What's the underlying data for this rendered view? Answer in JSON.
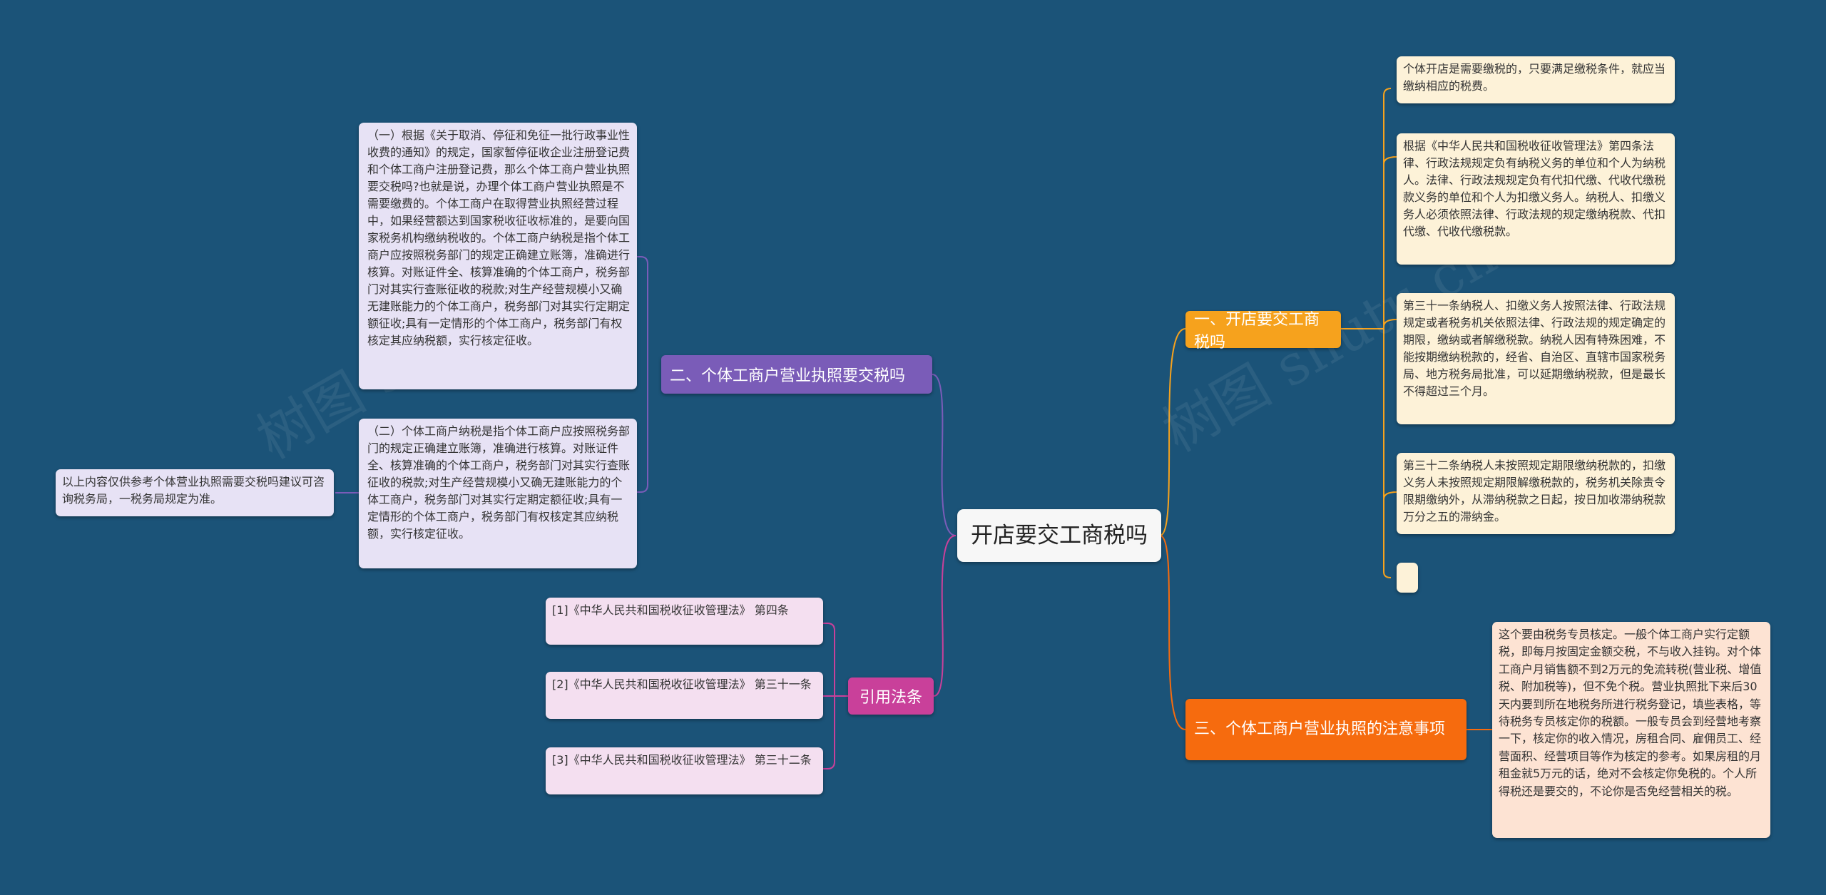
{
  "watermark": "树图 shutu.cn",
  "root": {
    "label": "开店要交工商税吗"
  },
  "branches": {
    "b1": {
      "label": "一、开店要交工商税吗",
      "items": [
        "个体开店是需要缴税的，只要满足缴税条件，就应当缴纳相应的税费。",
        "根据《中华人民共和国税收征收管理法》第四条法律、行政法规规定负有纳税义务的单位和个人为纳税人。法律、行政法规规定负有代扣代缴、代收代缴税款义务的单位和个人为扣缴义务人。纳税人、扣缴义务人必须依照法律、行政法规的规定缴纳税款、代扣代缴、代收代缴税款。",
        "第三十一条纳税人、扣缴义务人按照法律、行政法规规定或者税务机关依照法律、行政法规的规定确定的期限，缴纳或者解缴税款。纳税人因有特殊困难，不能按期缴纳税款的，经省、自治区、直辖市国家税务局、地方税务局批准，可以延期缴纳税款，但是最长不得超过三个月。",
        "第三十二条纳税人未按照规定期限缴纳税款的，扣缴义务人未按照规定期限解缴税款的，税务机关除责令限期缴纳外，从滞纳税款之日起，按日加收滞纳税款万分之五的滞纳金。",
        ""
      ]
    },
    "b2": {
      "label": "二、个体工商户营业执照要交税吗",
      "items": [
        "（一）根据《关于取消、停征和免征一批行政事业性收费的通知》的规定，国家暂停征收企业注册登记费和个体工商户注册登记费，那么个体工商户营业执照要交税吗?也就是说，办理个体工商户营业执照是不需要缴费的。个体工商户在取得营业执照经营过程中，如果经营额达到国家税收征收标准的，是要向国家税务机构缴纳税收的。个体工商户纳税是指个体工商户应按照税务部门的规定正确建立账簿，准确进行核算。对账证件全、核算准确的个体工商户，税务部门对其实行查账征收的税款;对生产经营规模小又确无建账能力的个体工商户，税务部门对其实行定期定额征收;具有一定情形的个体工商户，税务部门有权核定其应纳税额，实行核定征收。",
        "（二）个体工商户纳税是指个体工商户应按照税务部门的规定正确建立账簿，准确进行核算。对账证件全、核算准确的个体工商户，税务部门对其实行查账征收的税款;对生产经营规模小又确无建账能力的个体工商户，税务部门对其实行定期定额征收;具有一定情形的个体工商户，税务部门有权核定其应纳税额，实行核定征收。"
      ],
      "note": "以上内容仅供参考个体营业执照需要交税吗建议可咨询税务局，一税务局规定为准。"
    },
    "b3": {
      "label": "引用法条",
      "items": [
        "[1]《中华人民共和国税收征收管理法》 第四条",
        "[2]《中华人民共和国税收征收管理法》 第三十一条",
        "[3]《中华人民共和国税收征收管理法》 第三十二条"
      ]
    },
    "b4": {
      "label": "三、个体工商户营业执照的注意事项",
      "items": [
        "这个要由税务专员核定。一般个体工商户实行定额税，即每月按固定金额交税，不与收入挂钩。对个体工商户月销售额不到2万元的免流转税(营业税、增值税、附加税等)，但不免个税。营业执照批下来后30天内要到所在地税务所进行税务登记，填些表格，等待税务专员核定你的税额。一般专员会到经营地考察一下，核定你的收入情况，房租合同、雇佣员工、经营面积、经营项目等作为核定的参考。如果房租的月租金就5万元的话，绝对不会核定你免税的。个人所得税还是要交的，不论你是否免经营相关的税。"
      ]
    }
  },
  "colors": {
    "background": "#1b5378",
    "orange": "#f6a21d",
    "purple": "#7a5cb8",
    "magenta": "#c9409a",
    "red_orange": "#f66b0e"
  }
}
